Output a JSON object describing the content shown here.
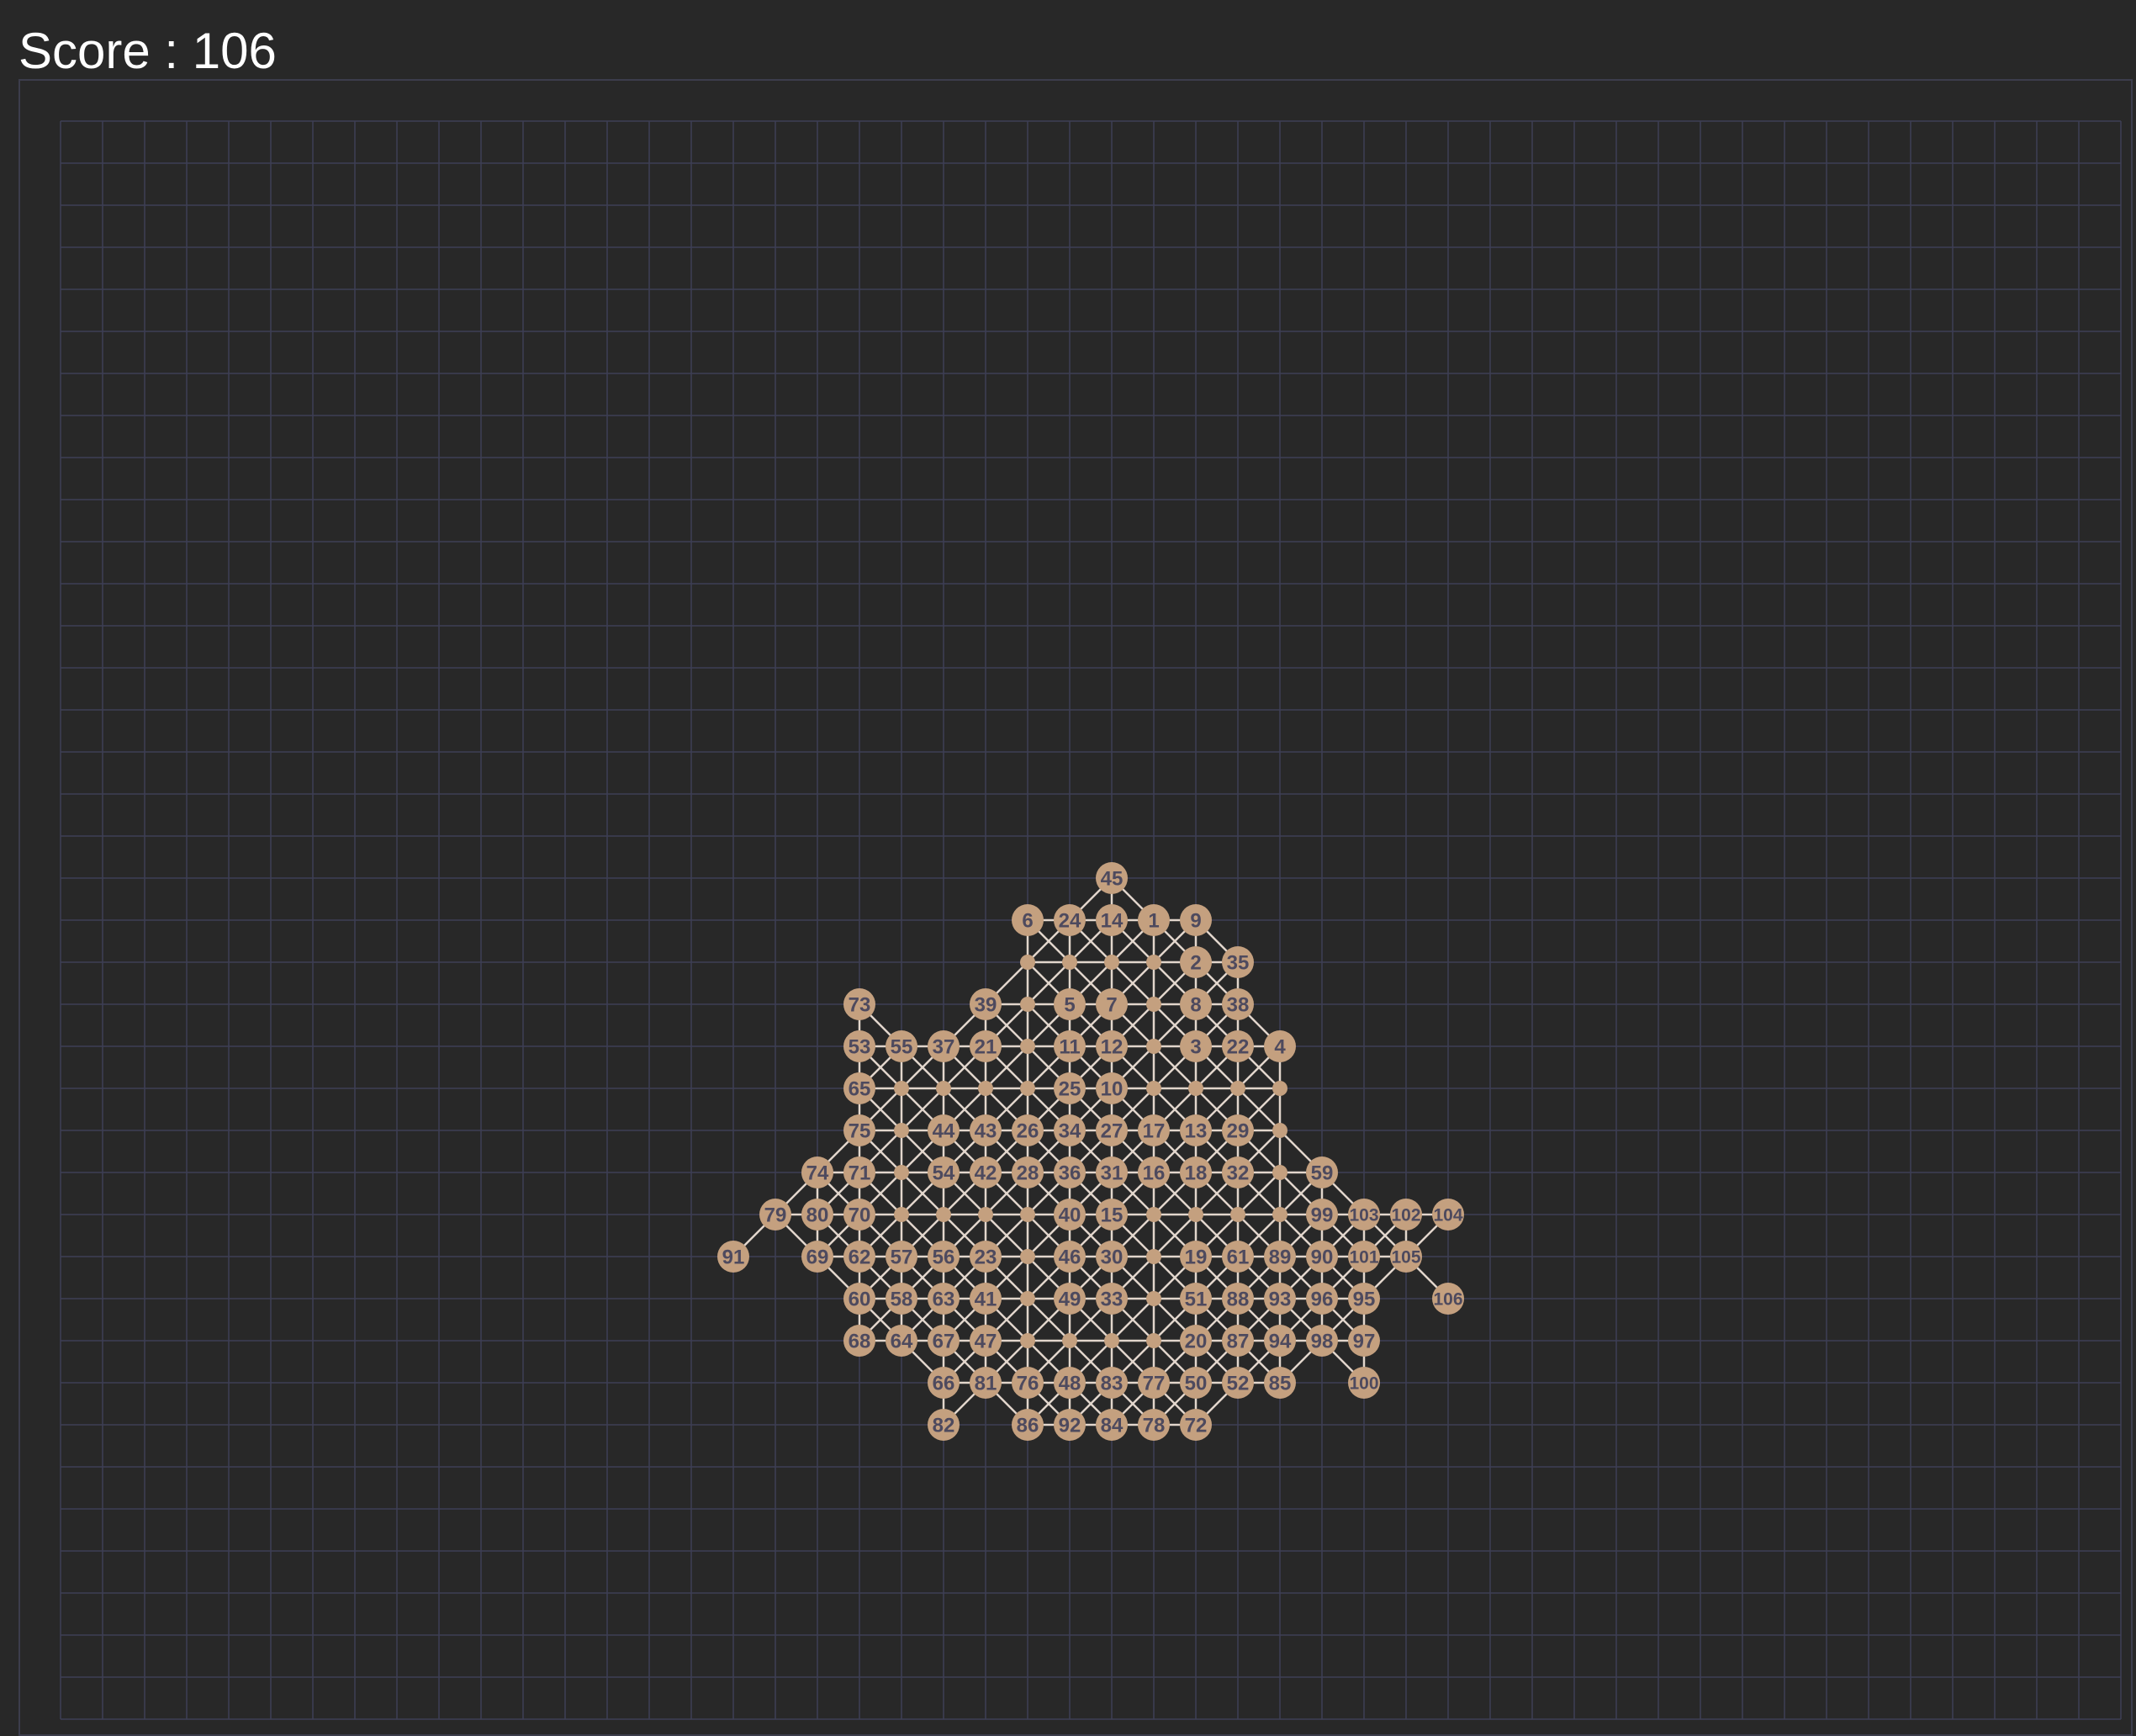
{
  "score": {
    "label": "Score",
    "separator": " : ",
    "value": "106"
  },
  "colors": {
    "background": "#282828",
    "grid_line": "#3e3f55",
    "board_border": "#3c3d4c",
    "node_fill": "#c4a07f",
    "node_label": "#4e4a5e",
    "edge": "#e2d6cc",
    "score_text": "#ffffff"
  },
  "grid": {
    "columns": 49,
    "rows": 38
  },
  "nodes": [
    {
      "n": "45",
      "c": 25,
      "r": 18
    },
    {
      "n": "6",
      "c": 23,
      "r": 19
    },
    {
      "n": "24",
      "c": 24,
      "r": 19
    },
    {
      "n": "14",
      "c": 25,
      "r": 19
    },
    {
      "n": "1",
      "c": 26,
      "r": 19
    },
    {
      "n": "9",
      "c": 27,
      "r": 19
    },
    {
      "n": "2",
      "c": 27,
      "r": 20
    },
    {
      "n": "35",
      "c": 28,
      "r": 20
    },
    {
      "n": "73",
      "c": 19,
      "r": 21
    },
    {
      "n": "39",
      "c": 22,
      "r": 21
    },
    {
      "n": "5",
      "c": 24,
      "r": 21
    },
    {
      "n": "7",
      "c": 25,
      "r": 21
    },
    {
      "n": "8",
      "c": 27,
      "r": 21
    },
    {
      "n": "38",
      "c": 28,
      "r": 21
    },
    {
      "n": "53",
      "c": 19,
      "r": 22
    },
    {
      "n": "55",
      "c": 20,
      "r": 22
    },
    {
      "n": "37",
      "c": 21,
      "r": 22
    },
    {
      "n": "21",
      "c": 22,
      "r": 22
    },
    {
      "n": "11",
      "c": 24,
      "r": 22
    },
    {
      "n": "12",
      "c": 25,
      "r": 22
    },
    {
      "n": "3",
      "c": 27,
      "r": 22
    },
    {
      "n": "22",
      "c": 28,
      "r": 22
    },
    {
      "n": "4",
      "c": 29,
      "r": 22
    },
    {
      "n": "65",
      "c": 19,
      "r": 23
    },
    {
      "n": "25",
      "c": 24,
      "r": 23
    },
    {
      "n": "10",
      "c": 25,
      "r": 23
    },
    {
      "n": "75",
      "c": 19,
      "r": 24
    },
    {
      "n": "44",
      "c": 21,
      "r": 24
    },
    {
      "n": "43",
      "c": 22,
      "r": 24
    },
    {
      "n": "26",
      "c": 23,
      "r": 24
    },
    {
      "n": "34",
      "c": 24,
      "r": 24
    },
    {
      "n": "27",
      "c": 25,
      "r": 24
    },
    {
      "n": "17",
      "c": 26,
      "r": 24
    },
    {
      "n": "13",
      "c": 27,
      "r": 24
    },
    {
      "n": "29",
      "c": 28,
      "r": 24
    },
    {
      "n": "74",
      "c": 18,
      "r": 25
    },
    {
      "n": "71",
      "c": 19,
      "r": 25
    },
    {
      "n": "54",
      "c": 21,
      "r": 25
    },
    {
      "n": "42",
      "c": 22,
      "r": 25
    },
    {
      "n": "28",
      "c": 23,
      "r": 25
    },
    {
      "n": "36",
      "c": 24,
      "r": 25
    },
    {
      "n": "31",
      "c": 25,
      "r": 25
    },
    {
      "n": "16",
      "c": 26,
      "r": 25
    },
    {
      "n": "18",
      "c": 27,
      "r": 25
    },
    {
      "n": "32",
      "c": 28,
      "r": 25
    },
    {
      "n": "59",
      "c": 30,
      "r": 25
    },
    {
      "n": "79",
      "c": 17,
      "r": 26
    },
    {
      "n": "80",
      "c": 18,
      "r": 26
    },
    {
      "n": "70",
      "c": 19,
      "r": 26
    },
    {
      "n": "40",
      "c": 24,
      "r": 26
    },
    {
      "n": "15",
      "c": 25,
      "r": 26
    },
    {
      "n": "99",
      "c": 30,
      "r": 26
    },
    {
      "n": "103",
      "c": 31,
      "r": 26
    },
    {
      "n": "102",
      "c": 32,
      "r": 26
    },
    {
      "n": "104",
      "c": 33,
      "r": 26
    },
    {
      "n": "91",
      "c": 16,
      "r": 27
    },
    {
      "n": "69",
      "c": 18,
      "r": 27
    },
    {
      "n": "62",
      "c": 19,
      "r": 27
    },
    {
      "n": "57",
      "c": 20,
      "r": 27
    },
    {
      "n": "56",
      "c": 21,
      "r": 27
    },
    {
      "n": "23",
      "c": 22,
      "r": 27
    },
    {
      "n": "46",
      "c": 24,
      "r": 27
    },
    {
      "n": "30",
      "c": 25,
      "r": 27
    },
    {
      "n": "19",
      "c": 27,
      "r": 27
    },
    {
      "n": "61",
      "c": 28,
      "r": 27
    },
    {
      "n": "89",
      "c": 29,
      "r": 27
    },
    {
      "n": "90",
      "c": 30,
      "r": 27
    },
    {
      "n": "101",
      "c": 31,
      "r": 27
    },
    {
      "n": "105",
      "c": 32,
      "r": 27
    },
    {
      "n": "60",
      "c": 19,
      "r": 28
    },
    {
      "n": "58",
      "c": 20,
      "r": 28
    },
    {
      "n": "63",
      "c": 21,
      "r": 28
    },
    {
      "n": "41",
      "c": 22,
      "r": 28
    },
    {
      "n": "49",
      "c": 24,
      "r": 28
    },
    {
      "n": "33",
      "c": 25,
      "r": 28
    },
    {
      "n": "51",
      "c": 27,
      "r": 28
    },
    {
      "n": "88",
      "c": 28,
      "r": 28
    },
    {
      "n": "93",
      "c": 29,
      "r": 28
    },
    {
      "n": "96",
      "c": 30,
      "r": 28
    },
    {
      "n": "95",
      "c": 31,
      "r": 28
    },
    {
      "n": "106",
      "c": 33,
      "r": 28
    },
    {
      "n": "68",
      "c": 19,
      "r": 29
    },
    {
      "n": "64",
      "c": 20,
      "r": 29
    },
    {
      "n": "67",
      "c": 21,
      "r": 29
    },
    {
      "n": "47",
      "c": 22,
      "r": 29
    },
    {
      "n": "20",
      "c": 27,
      "r": 29
    },
    {
      "n": "87",
      "c": 28,
      "r": 29
    },
    {
      "n": "94",
      "c": 29,
      "r": 29
    },
    {
      "n": "98",
      "c": 30,
      "r": 29
    },
    {
      "n": "97",
      "c": 31,
      "r": 29
    },
    {
      "n": "66",
      "c": 21,
      "r": 30
    },
    {
      "n": "81",
      "c": 22,
      "r": 30
    },
    {
      "n": "76",
      "c": 23,
      "r": 30
    },
    {
      "n": "48",
      "c": 24,
      "r": 30
    },
    {
      "n": "83",
      "c": 25,
      "r": 30
    },
    {
      "n": "77",
      "c": 26,
      "r": 30
    },
    {
      "n": "50",
      "c": 27,
      "r": 30
    },
    {
      "n": "52",
      "c": 28,
      "r": 30
    },
    {
      "n": "85",
      "c": 29,
      "r": 30
    },
    {
      "n": "100",
      "c": 31,
      "r": 30
    },
    {
      "n": "82",
      "c": 21,
      "r": 31
    },
    {
      "n": "86",
      "c": 23,
      "r": 31
    },
    {
      "n": "92",
      "c": 24,
      "r": 31
    },
    {
      "n": "84",
      "c": 25,
      "r": 31
    },
    {
      "n": "78",
      "c": 26,
      "r": 31
    },
    {
      "n": "72",
      "c": 27,
      "r": 31
    }
  ],
  "dots": [
    [
      23,
      20
    ],
    [
      24,
      20
    ],
    [
      25,
      20
    ],
    [
      26,
      20
    ],
    [
      23,
      21
    ],
    [
      26,
      21
    ],
    [
      23,
      22
    ],
    [
      26,
      22
    ],
    [
      20,
      23
    ],
    [
      21,
      23
    ],
    [
      22,
      23
    ],
    [
      23,
      23
    ],
    [
      26,
      23
    ],
    [
      27,
      23
    ],
    [
      28,
      23
    ],
    [
      29,
      23
    ],
    [
      20,
      24
    ],
    [
      29,
      24
    ],
    [
      20,
      25
    ],
    [
      29,
      25
    ],
    [
      20,
      26
    ],
    [
      21,
      26
    ],
    [
      22,
      26
    ],
    [
      23,
      26
    ],
    [
      26,
      26
    ],
    [
      27,
      26
    ],
    [
      28,
      26
    ],
    [
      29,
      26
    ],
    [
      23,
      27
    ],
    [
      26,
      27
    ],
    [
      23,
      28
    ],
    [
      26,
      28
    ],
    [
      23,
      29
    ],
    [
      24,
      29
    ],
    [
      25,
      29
    ],
    [
      26,
      29
    ]
  ],
  "edges": [
    [
      25,
      18,
      26,
      19
    ],
    [
      16,
      27,
      17,
      26
    ],
    [
      17,
      26,
      18,
      25
    ],
    [
      18,
      25,
      19,
      24
    ],
    [
      18,
      25,
      19,
      25
    ],
    [
      19,
      21,
      20,
      22
    ],
    [
      31,
      26,
      32,
      27
    ],
    [
      32,
      27,
      33,
      28
    ],
    [
      32,
      27,
      33,
      26
    ],
    [
      31,
      29,
      31,
      30
    ],
    [
      30,
      29,
      31,
      30
    ],
    [
      28,
      20,
      28,
      21
    ],
    [
      27,
      20,
      28,
      21
    ]
  ]
}
